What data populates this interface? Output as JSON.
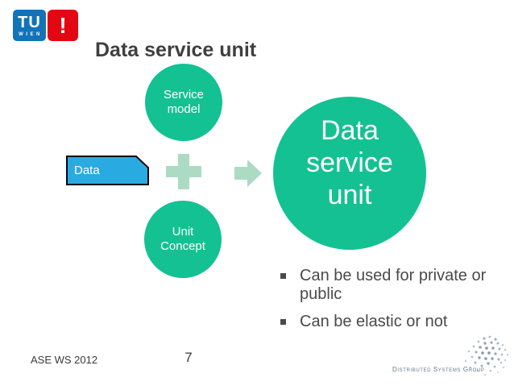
{
  "slide": {
    "title": "Data service unit",
    "footer_left": "ASE WS 2012",
    "page_number": "7"
  },
  "logo_tu": {
    "tu": "TU",
    "wien": "WIEN",
    "exclamation": "!"
  },
  "diagram": {
    "service_model_label": "Service\nmodel",
    "data_label": "Data",
    "unit_concept_label": "Unit\nConcept",
    "result_label": "Data\nservice\nunit",
    "plus_icon": "plus-icon",
    "arrow_icon": "arrow-right-icon"
  },
  "bullets": {
    "item1": "Can be used for private or public",
    "item2": "Can be elastic or not"
  },
  "branding": {
    "group_name": "Distributed Systems Group"
  },
  "colors": {
    "diagram_green": "#14c192",
    "diagram_pale_green": "#abdcc3",
    "data_blue": "#29abe2",
    "data_border": "#06080f",
    "title_gray": "#3f3f3f",
    "bullet_gray": "#4a4a4a",
    "tu_blue": "#1273b8",
    "tu_red": "#e30613",
    "dsg_gray_blue": "#64778c"
  }
}
